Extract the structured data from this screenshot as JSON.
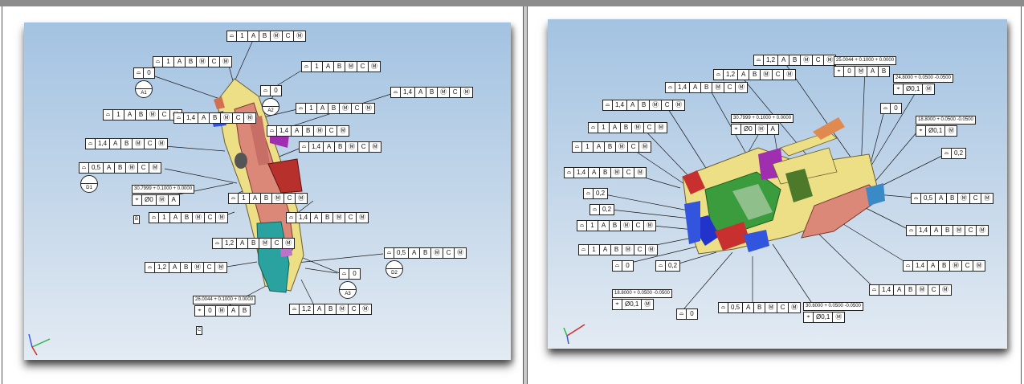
{
  "left": {
    "fcfs": [
      {
        "cells": [
          "1",
          "A",
          "B",
          "Ⓜ",
          "C",
          "Ⓜ"
        ]
      },
      {
        "cells": [
          "1",
          "A",
          "B",
          "Ⓜ",
          "C",
          "Ⓜ"
        ]
      },
      {
        "cells": [
          "1",
          "A",
          "B",
          "Ⓜ",
          "C",
          "Ⓜ"
        ]
      },
      {
        "cells": [
          "0"
        ]
      },
      {
        "cells": [
          "0"
        ]
      },
      {
        "cells": [
          "1,4",
          "A",
          "B",
          "Ⓜ",
          "C",
          "Ⓜ"
        ]
      },
      {
        "cells": [
          "1",
          "A",
          "B",
          "Ⓜ",
          "C",
          "Ⓜ"
        ]
      },
      {
        "cells": [
          "1",
          "A",
          "B",
          "Ⓜ",
          "C",
          "Ⓜ"
        ]
      },
      {
        "cells": [
          "1,4",
          "A",
          "B",
          "Ⓜ",
          "C",
          "Ⓜ"
        ]
      },
      {
        "cells": [
          "1,4",
          "A",
          "B",
          "Ⓜ",
          "C",
          "Ⓜ"
        ]
      },
      {
        "cells": [
          "1,4",
          "A",
          "B",
          "Ⓜ",
          "C",
          "Ⓜ"
        ]
      },
      {
        "cells": [
          "1,4",
          "A",
          "B",
          "Ⓜ",
          "C",
          "Ⓜ"
        ]
      },
      {
        "cells": [
          "0,5",
          "A",
          "B",
          "Ⓜ",
          "C",
          "Ⓜ"
        ]
      },
      {
        "cells": [
          "1",
          "A",
          "B",
          "Ⓜ",
          "C",
          "Ⓜ"
        ]
      },
      {
        "cells": [
          "1",
          "A",
          "B",
          "Ⓜ",
          "C",
          "Ⓜ"
        ]
      },
      {
        "cells": [
          "1,4",
          "A",
          "B",
          "Ⓜ",
          "C",
          "Ⓜ"
        ]
      },
      {
        "cells": [
          "1,2",
          "A",
          "B",
          "Ⓜ",
          "C",
          "Ⓜ"
        ]
      },
      {
        "cells": [
          "1,2",
          "A",
          "B",
          "Ⓜ",
          "C",
          "Ⓜ"
        ]
      },
      {
        "cells": [
          "0,5",
          "A",
          "B",
          "Ⓜ",
          "C",
          "Ⓜ"
        ]
      },
      {
        "cells": [
          "0"
        ]
      },
      {
        "cells": [
          "1,2",
          "A",
          "B",
          "Ⓜ",
          "C",
          "Ⓜ"
        ]
      },
      {
        "cells": [
          "⌖",
          "Ø0",
          "Ⓜ",
          "A"
        ]
      },
      {
        "cells": [
          "⌖",
          "0",
          "Ⓜ",
          "A",
          "B"
        ]
      }
    ],
    "dims": [
      "30.7999 + 0.1000 + 0.0000",
      "26.0044 + 0.1000 + 0.0000"
    ],
    "datums": [
      "A1",
      "A2",
      "D1",
      "D2",
      "A3"
    ],
    "boxes": [
      "B",
      "C"
    ]
  },
  "right": {
    "fcfs": [
      {
        "cells": [
          "1,2",
          "A",
          "B",
          "Ⓜ",
          "C",
          "Ⓜ"
        ]
      },
      {
        "cells": [
          "1,2",
          "A",
          "B",
          "Ⓜ",
          "C",
          "Ⓜ"
        ]
      },
      {
        "cells": [
          "1,4",
          "A",
          "B",
          "Ⓜ",
          "C",
          "Ⓜ"
        ]
      },
      {
        "cells": [
          "1,4",
          "A",
          "B",
          "Ⓜ",
          "C",
          "Ⓜ"
        ]
      },
      {
        "cells": [
          "1",
          "A",
          "B",
          "Ⓜ",
          "C",
          "Ⓜ"
        ]
      },
      {
        "cells": [
          "1",
          "A",
          "B",
          "Ⓜ",
          "C",
          "Ⓜ"
        ]
      },
      {
        "cells": [
          "1,4",
          "A",
          "B",
          "Ⓜ",
          "C",
          "Ⓜ"
        ]
      },
      {
        "cells": [
          "0,2"
        ]
      },
      {
        "cells": [
          "0,2"
        ]
      },
      {
        "cells": [
          "1",
          "A",
          "B",
          "Ⓜ",
          "C",
          "Ⓜ"
        ]
      },
      {
        "cells": [
          "1",
          "A",
          "B",
          "Ⓜ",
          "C",
          "Ⓜ"
        ]
      },
      {
        "cells": [
          "0"
        ]
      },
      {
        "cells": [
          "0,2"
        ]
      },
      {
        "cells": [
          "0"
        ]
      },
      {
        "cells": [
          "0,5",
          "A",
          "B",
          "Ⓜ",
          "C",
          "Ⓜ"
        ]
      },
      {
        "cells": [
          "0"
        ]
      },
      {
        "cells": [
          "0,2"
        ]
      },
      {
        "cells": [
          "0,5",
          "A",
          "B",
          "Ⓜ",
          "C",
          "Ⓜ"
        ]
      },
      {
        "cells": [
          "1,4",
          "A",
          "B",
          "Ⓜ",
          "C",
          "Ⓜ"
        ]
      },
      {
        "cells": [
          "1,4",
          "A",
          "B",
          "Ⓜ",
          "C",
          "Ⓜ"
        ]
      },
      {
        "cells": [
          "1,4",
          "A",
          "B",
          "Ⓜ",
          "C",
          "Ⓜ"
        ]
      },
      {
        "cells": [
          "⌖",
          "0",
          "Ⓜ",
          "A",
          "B"
        ]
      },
      {
        "cells": [
          "⌖",
          "Ø0,1",
          "Ⓜ"
        ]
      },
      {
        "cells": [
          "⌖",
          "Ø0",
          "Ⓜ",
          "A"
        ]
      },
      {
        "cells": [
          "⌖",
          "Ø0,1",
          "Ⓜ"
        ]
      },
      {
        "cells": [
          "⌖",
          "Ø0,1",
          "Ⓜ"
        ]
      },
      {
        "cells": [
          "⌖",
          "Ø0,1",
          "Ⓜ"
        ]
      }
    ],
    "dims": [
      "25.0044 + 0.1000 + 0.0000",
      "24.8000 + 0.0500 -0.0500",
      "30.7999 + 0.1000 + 0.0000",
      "18.8000 + 0.0500 -0.0500",
      "18.8000 + 0.0500 -0.0500",
      "30.6000 + 0.0500 -0.0500"
    ]
  },
  "icons": {
    "profile_symbol": "surface-profile-icon",
    "position_symbol": "position-icon",
    "triad": "csys-triad-icon"
  },
  "colors": {
    "viewport_top": "#a3c3e2",
    "viewport_bottom": "#e3ebf3",
    "leader": "#1a1a1a"
  }
}
